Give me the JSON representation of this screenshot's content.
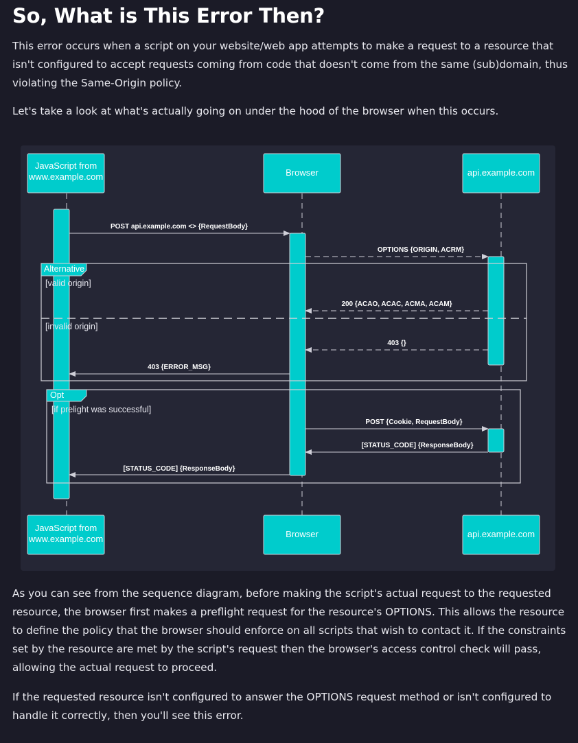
{
  "article": {
    "heading": "So, What is This Error Then?",
    "intro": "This error occurs when a script on your website/web app attempts to make a request to a resource that isn't configured to accept requests coming from code that doesn't come from the same (sub)domain, thus violating the Same-Origin policy.",
    "lead_in": "Let's take a look at what's actually going on under the hood of the browser when this occurs.",
    "explanation": "As you can see from the sequence diagram, before making the script's actual request to the requested resource, the browser first makes a preflight request for the resource's OPTIONS. This allows the resource to define the policy that the browser should enforce on all scripts that wish to contact it. If the constraints set by the resource are met by the script's request then the browser's access control check will pass, allowing the actual request to proceed.",
    "conclusion": "If the requested resource isn't configured to answer the OPTIONS request method or isn't configured to handle it correctly, then you'll see this error."
  },
  "diagram": {
    "actors": {
      "script_line1": "JavaScript from",
      "script_line2": "www.example.com",
      "browser": "Browser",
      "api": "api.example.com"
    },
    "messages": {
      "m1": "POST api.example.com <> {RequestBody}",
      "m2": "OPTIONS {ORIGIN, ACRM}",
      "m3": "200 {ACAO, ACAC, ACMA, ACAM}",
      "m4": "403 {}",
      "m5": "403 {ERROR_MSG}",
      "m6": "POST {Cookie, RequestBody}",
      "m7": "[STATUS_CODE] {ResponseBody}",
      "m8": "[STATUS_CODE] {ResponseBody}"
    },
    "frames": {
      "alt_label": "Alternative",
      "alt_cond1": "[valid origin]",
      "alt_cond2": "[invalid origin]",
      "opt_label": "Opt",
      "opt_cond": "[if prelight was successful]"
    }
  },
  "colors": {
    "page_bg": "#1b1b27",
    "diagram_bg": "#252635",
    "actor_fill": "#00cccc",
    "line": "#cfcfd8"
  }
}
